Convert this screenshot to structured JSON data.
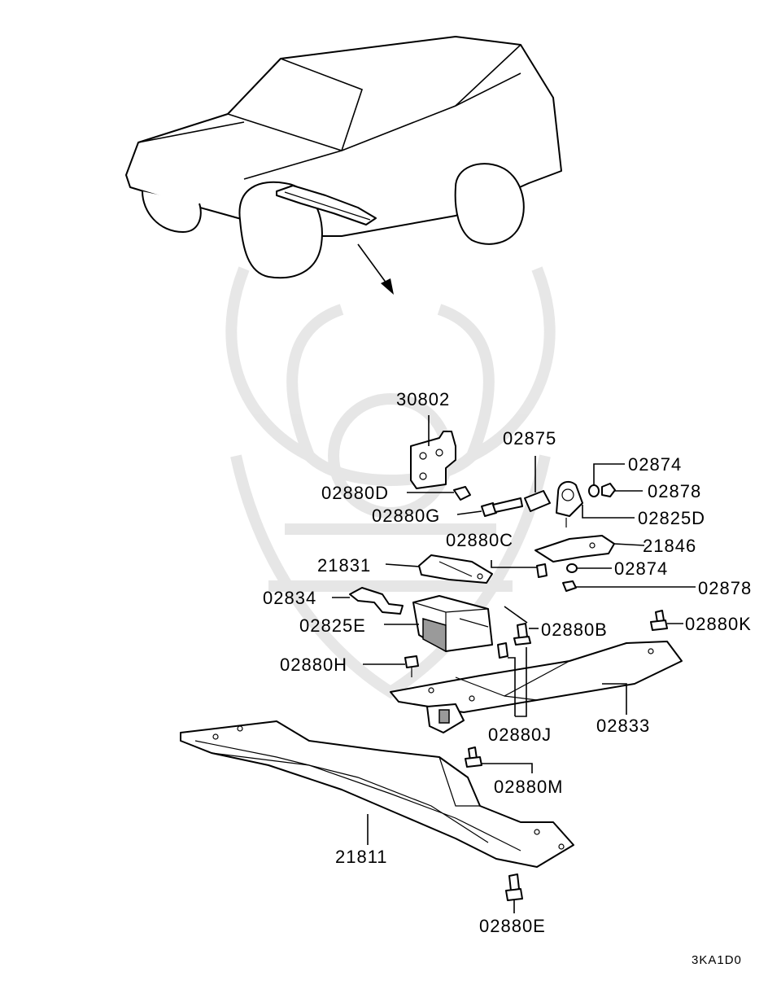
{
  "diagram": {
    "labels": {
      "p30802": "30802",
      "p02875": "02875",
      "p02874_top": "02874",
      "p02878_top": "02878",
      "p02880D": "02880D",
      "p02880G": "02880G",
      "p02825D": "02825D",
      "p02880C": "02880C",
      "p21846": "21846",
      "p21831": "21831",
      "p02874_mid": "02874",
      "p02878_mid": "02878",
      "p02834": "02834",
      "p02825E": "02825E",
      "p02880B": "02880B",
      "p02880K": "02880K",
      "p02880H": "02880H",
      "p02880J": "02880J",
      "p02833": "02833",
      "p02880M": "02880M",
      "p21811": "21811",
      "p02880E": "02880E"
    },
    "figure_code": "3KA1D0"
  }
}
